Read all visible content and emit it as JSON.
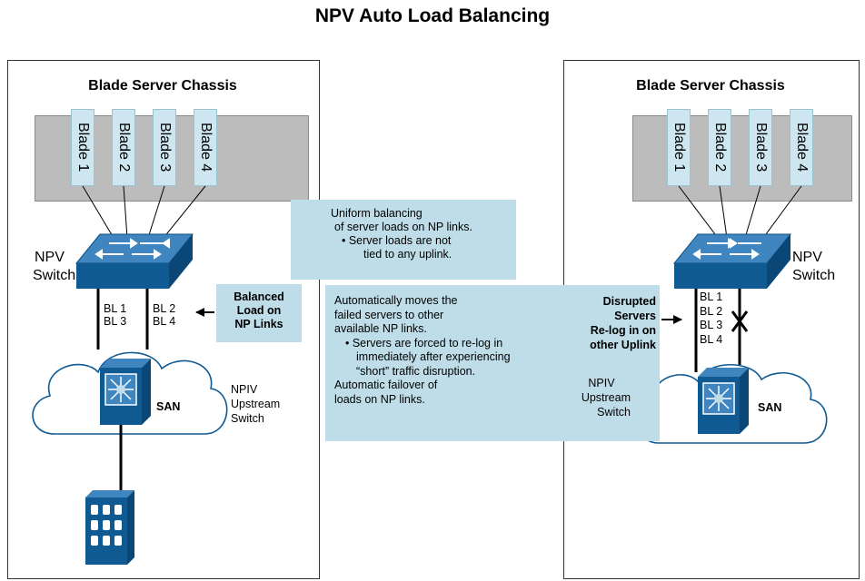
{
  "title": "NPV Auto Load Balancing",
  "left": {
    "chassis_title": "Blade Server Chassis",
    "blades": [
      "Blade 1",
      "Blade 2",
      "Blade 3",
      "Blade 4"
    ],
    "switch_label_1": "NPV",
    "switch_label_2": "Switch",
    "links_a": [
      "BL 1",
      "BL 3"
    ],
    "links_b": [
      "BL 2",
      "BL 4"
    ],
    "callout": [
      "Balanced",
      "Load on",
      "NP Links"
    ],
    "upstream": [
      "NPIV",
      "Upstream",
      "Switch"
    ],
    "san": "SAN"
  },
  "right": {
    "chassis_title": "Blade Server Chassis",
    "blades": [
      "Blade 1",
      "Blade 2",
      "Blade 3",
      "Blade 4"
    ],
    "switch_label_1": "NPV",
    "switch_label_2": "Switch",
    "links": [
      "BL 1",
      "BL 2",
      "BL 3",
      "BL 4"
    ],
    "callout": [
      "Disrupted",
      "Servers",
      "Re-log in on",
      "other Uplink"
    ],
    "upstream": [
      "NPIV",
      "Upstream",
      "Switch"
    ],
    "san": "SAN"
  },
  "box_top": {
    "lines": [
      "Uniform balancing",
      "of server loads on NP links.",
      "• Server loads are not",
      "tied to any uplink."
    ]
  },
  "box_mid": {
    "lines": [
      "Automatically moves the",
      "failed servers to other",
      "available NP links.",
      "• Servers are forced to re-log in",
      "immediately after experiencing",
      "“short” traffic disruption.",
      "Automatic failover of",
      "loads on NP links."
    ]
  },
  "colors": {
    "switch_top": "#3f86c0",
    "switch_side": "#0f5a93",
    "box": "#bfdde8",
    "blade": "#cde6ef",
    "rack": "#bcbcbc"
  }
}
